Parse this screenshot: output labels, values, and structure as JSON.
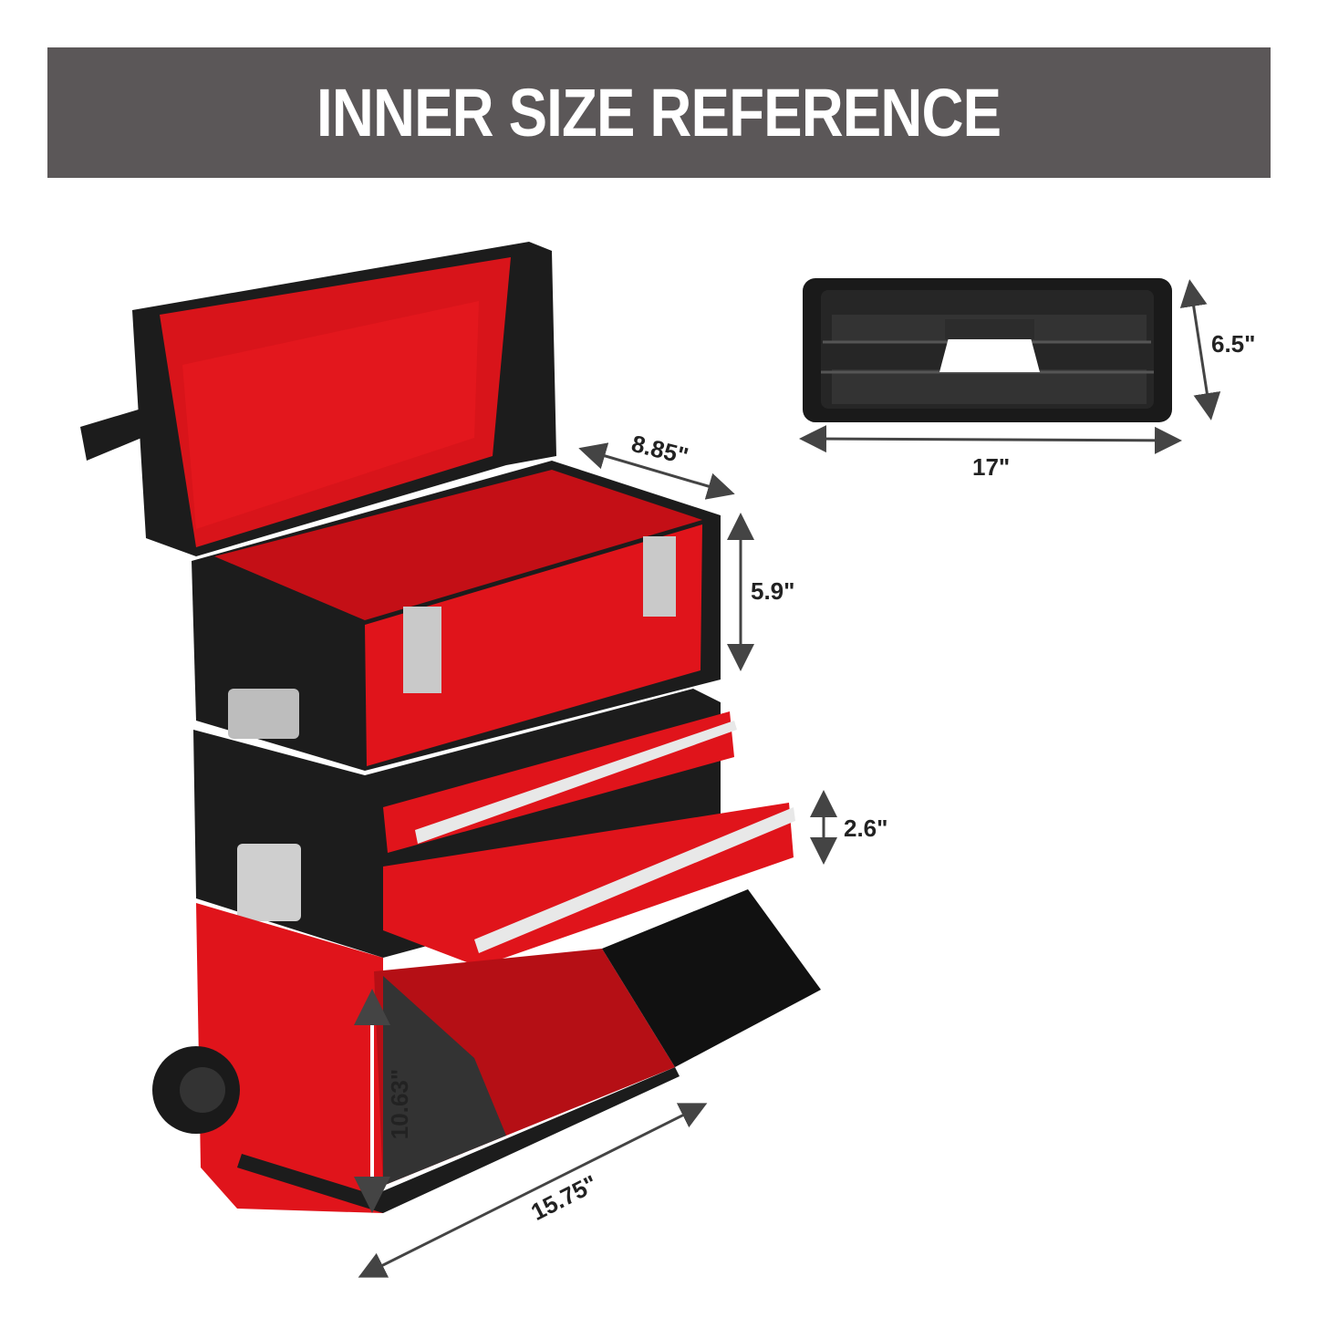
{
  "banner": {
    "title": "INNER SIZE REFERENCE"
  },
  "colors": {
    "banner_bg": "#5b5758",
    "toolbox_red": "#e0141b",
    "plastic_black": "#1c1c1c",
    "dimension_text": "#222222"
  },
  "tray": {
    "width_label": "17\"",
    "height_label": "6.5\""
  },
  "toolbox": {
    "top_box_depth_label": "8.85\"",
    "top_box_height_label": "5.9\"",
    "drawer_height_label": "2.6\"",
    "bottom_bin_height_label": "10.63\"",
    "bottom_bin_width_label": "15.75\""
  }
}
